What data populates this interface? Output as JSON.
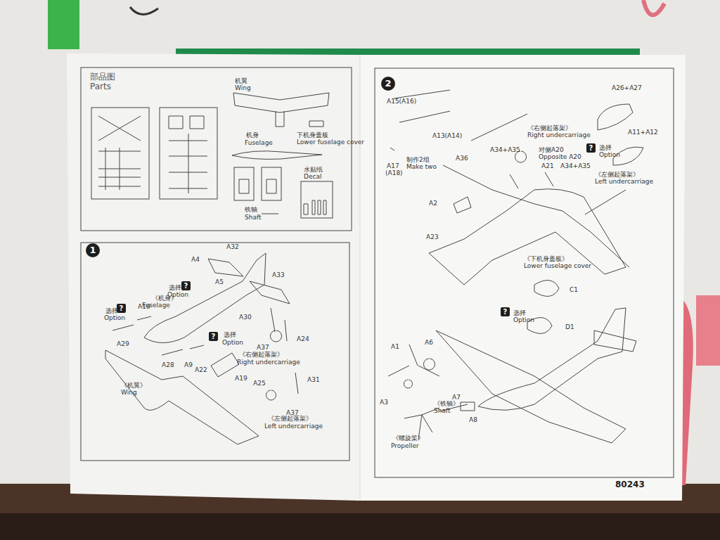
{
  "diagram": {
    "nodes": [
      {
        "text": [
          "部品图",
          "Parts"
        ]
      },
      {
        "text": [
          "1"
        ]
      },
      {
        "text": [
          "2"
        ]
      },
      {
        "text": [
          "?"
        ]
      },
      {
        "text": [
          "?"
        ]
      },
      {
        "text": [
          "?"
        ]
      },
      {
        "text": [
          "?"
        ]
      },
      {
        "text": [
          "?"
        ]
      }
    ],
    "labels": [
      "机翼",
      "Wing",
      "机身",
      "Fuselage",
      "下机身盖板",
      "Lower fuselage cover",
      "水贴纸",
      "Decal",
      "铁轴",
      "Shaft",
      "A32",
      "A4",
      "A5",
      "选择",
      "Option",
      "《机身》",
      "Fuselage",
      "A33",
      "选择",
      "Option",
      "A10",
      "A30",
      "A24",
      "A37",
      "《右侧起落架》",
      "Right undercarriage",
      "选择",
      "Option",
      "A29",
      "A9",
      "A28",
      "A22",
      "A19",
      "A25",
      "A31",
      "A37",
      "《左侧起落架》",
      "Left undercarriage",
      "《机翼》",
      "Wing",
      "A15(A16)",
      "A13(A14)",
      "A17",
      "(A18)",
      "制作2组",
      "Make two",
      "《右侧起落架》",
      "Right undercarriage",
      "A34+A35",
      "对侧A20",
      "Opposite A20",
      "A21",
      "A36",
      "选择",
      "Option",
      "A26+A27",
      "A11+A12",
      "A34+A35",
      "《左侧起落架》",
      "Left undercarriage",
      "A2",
      "A23",
      "《下机身盖板》",
      "Lower fuselage cover",
      "C1",
      "选择",
      "Option",
      "D1",
      "A1",
      "A6",
      "A3",
      "A7",
      "A8",
      "《铁轴》",
      "Shaft",
      "《螺旋桨》",
      "Propeller",
      "80243"
    ]
  }
}
